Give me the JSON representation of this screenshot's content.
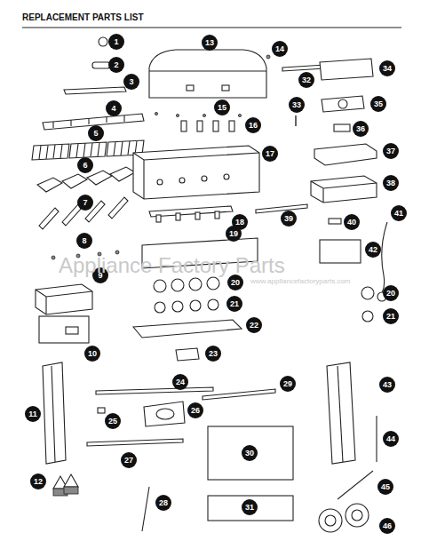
{
  "diagram": {
    "title": "REPLACEMENT PARTS LIST",
    "labels": [
      "1",
      "2",
      "3",
      "4",
      "5",
      "6",
      "7",
      "8",
      "9",
      "10",
      "11",
      "12",
      "13",
      "14",
      "15",
      "16",
      "17",
      "18",
      "19",
      "20",
      "21",
      "22",
      "23",
      "24",
      "25",
      "26",
      "27",
      "28",
      "29",
      "30",
      "31",
      "32",
      "33",
      "34",
      "35",
      "36",
      "37",
      "38",
      "39",
      "40",
      "41",
      "42",
      "20",
      "21",
      "43",
      "44",
      "45",
      "46",
      "Appliance Factory Parts",
      "www.appliancefactoryparts.com"
    ]
  }
}
